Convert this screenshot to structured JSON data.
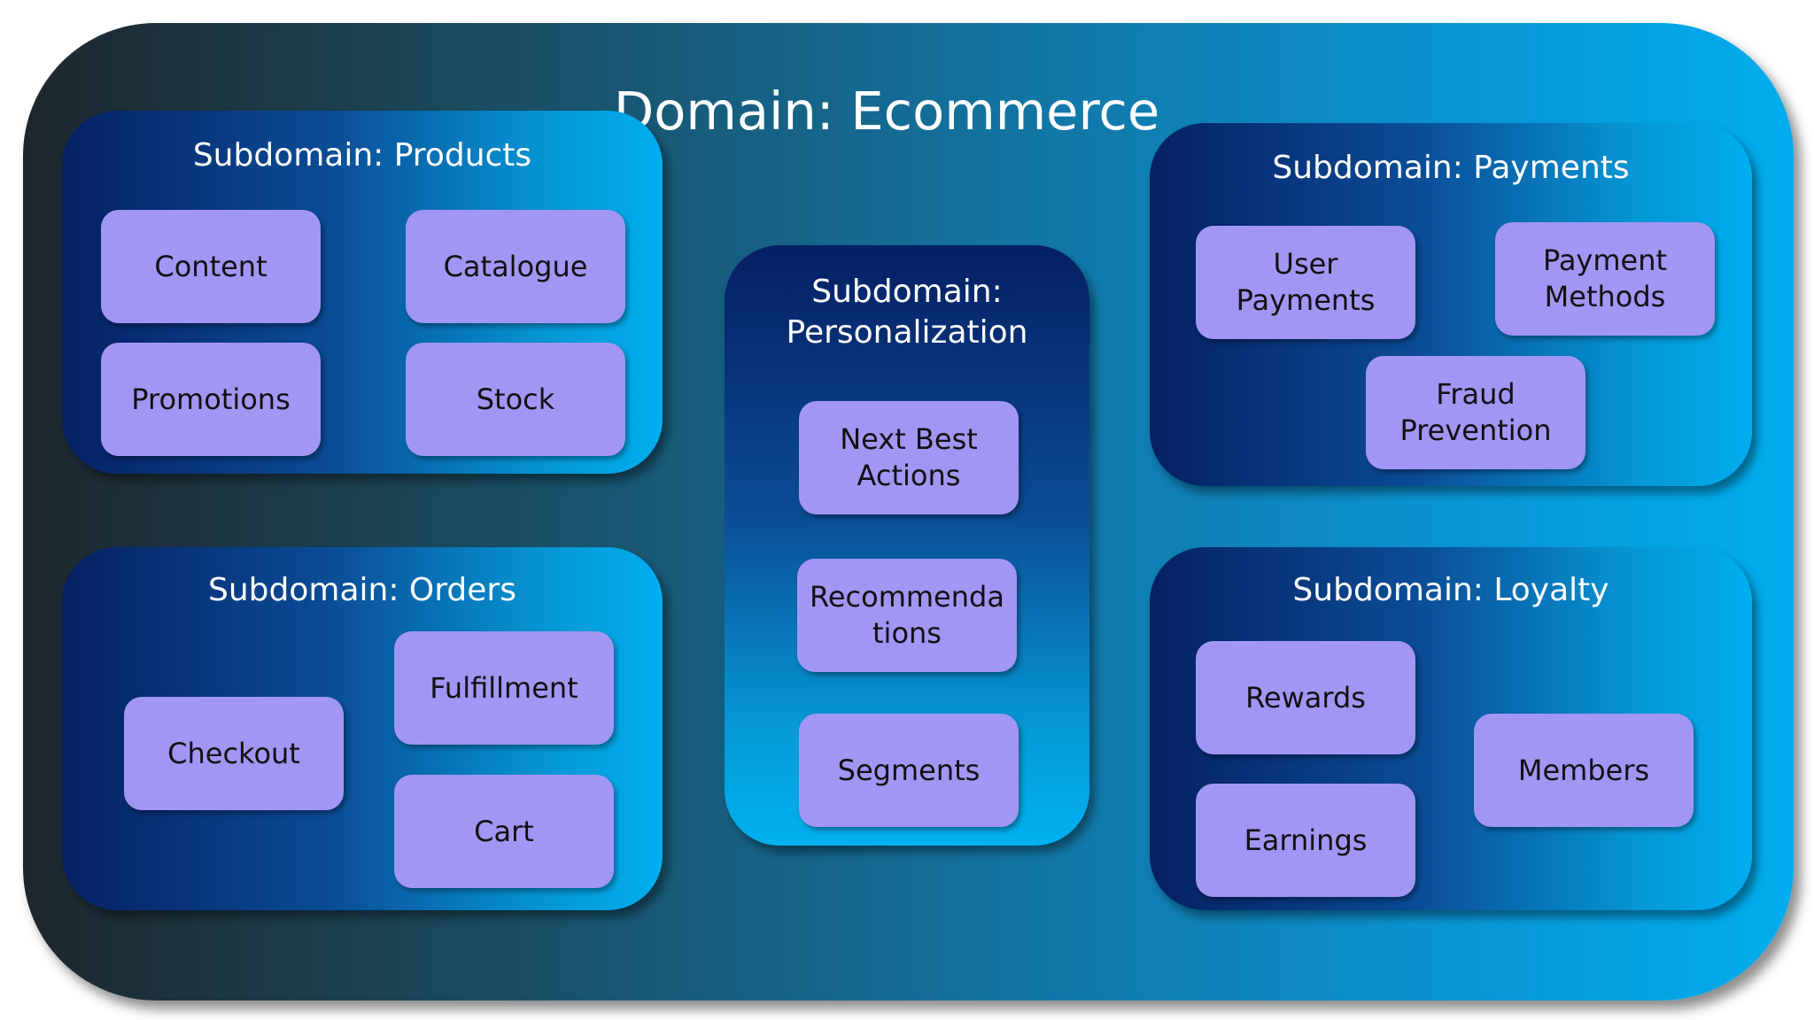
{
  "domain": {
    "title": "Domain: Ecommerce"
  },
  "subdomains": {
    "products": {
      "title": "Subdomain: Products",
      "items": [
        "Content",
        "Catalogue",
        "Promotions",
        "Stock"
      ]
    },
    "orders": {
      "title": "Subdomain: Orders",
      "items": [
        "Fulfillment",
        "Checkout",
        "Cart"
      ]
    },
    "personalization": {
      "title": "Subdomain:\nPersonalization",
      "items": [
        "Next Best\nActions",
        "Recommenda\ntions",
        "Segments"
      ]
    },
    "payments": {
      "title": "Subdomain: Payments",
      "items": [
        "User\nPayments",
        "Payment\nMethods",
        "Fraud\nPrevention"
      ]
    },
    "loyalty": {
      "title": "Subdomain: Loyalty",
      "items": [
        "Rewards",
        "Members",
        "Earnings"
      ]
    }
  },
  "colors": {
    "card_fill": "#a296f5",
    "title_text": "#ffffff",
    "card_text": "#111111"
  }
}
